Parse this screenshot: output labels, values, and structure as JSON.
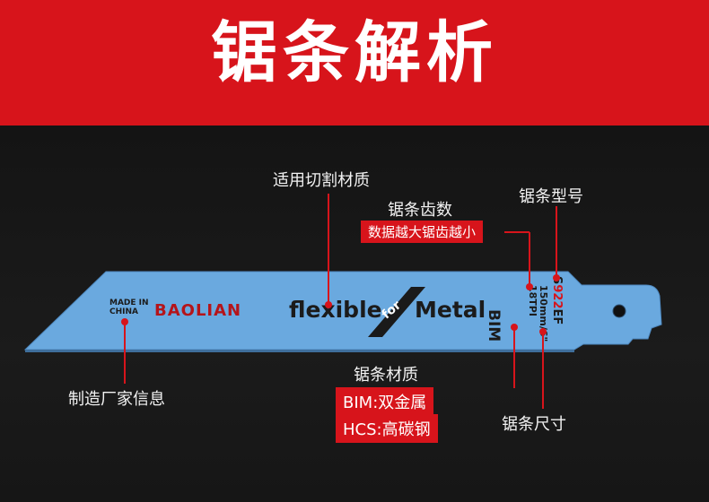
{
  "title": "锯条解析",
  "colors": {
    "accent": "#d7141b",
    "blade": "#6aa9df",
    "background": "#111111"
  },
  "blade": {
    "made_in_line1": "MADE IN",
    "made_in_line2": "CHINA",
    "brand": "BAOLIAN",
    "slogan_left": "flexible",
    "slogan_for": "for",
    "slogan_right": "Metal",
    "material_code": "BIM",
    "tpi": "18TPI",
    "model_prefix": "S",
    "model_highlight": "922",
    "model_suffix": "EF",
    "size": "150mm/6\""
  },
  "callouts": {
    "material_applicable": "适用切割材质",
    "teeth": "锯条齿数",
    "teeth_note": "数据越大锯齿越小",
    "model": "锯条型号",
    "maker": "制造厂家信息",
    "material": "锯条材质",
    "material_bim": "BIM:双金属",
    "material_hcs": "HCS:高碳钢",
    "size": "锯条尺寸"
  }
}
